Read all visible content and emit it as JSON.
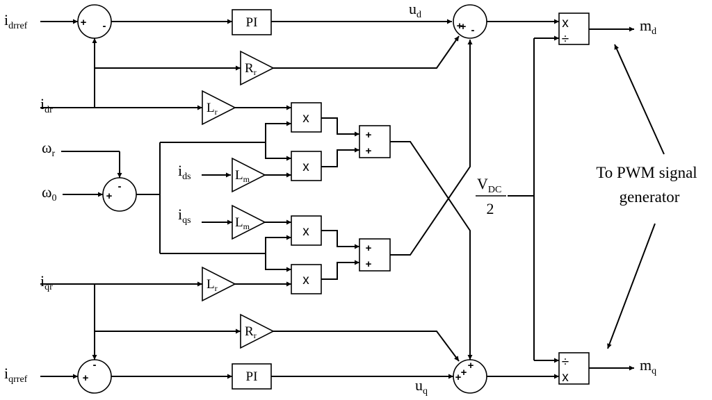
{
  "inputs": {
    "idr_ref": {
      "base": "i",
      "sub": "drref"
    },
    "idr": {
      "base": "i",
      "sub": "dr"
    },
    "omega_r": {
      "base": "ω",
      "sub": "r"
    },
    "omega_0": {
      "base": "ω",
      "sub": "0"
    },
    "ids": {
      "base": "i",
      "sub": "ds"
    },
    "iqs": {
      "base": "i",
      "sub": "qs"
    },
    "iqr": {
      "base": "i",
      "sub": "qr"
    },
    "iqr_ref": {
      "base": "i",
      "sub": "qrref"
    }
  },
  "blocks": {
    "pi": "PI",
    "rr": {
      "base": "R",
      "sub": "r"
    },
    "lr": {
      "base": "L",
      "sub": "r"
    },
    "lm": {
      "base": "L",
      "sub": "m"
    },
    "mult": "x",
    "div": "÷"
  },
  "signs": {
    "plus": "+",
    "minus": "-"
  },
  "signals": {
    "ud": {
      "base": "u",
      "sub": "d"
    },
    "uq": {
      "base": "u",
      "sub": "q"
    },
    "md": {
      "base": "m",
      "sub": "d"
    },
    "mq": {
      "base": "m",
      "sub": "q"
    }
  },
  "vdc": {
    "num_base": "V",
    "num_sub": "DC",
    "den": "2"
  },
  "annotation": {
    "line1": "To PWM signal",
    "line2": "generator"
  }
}
